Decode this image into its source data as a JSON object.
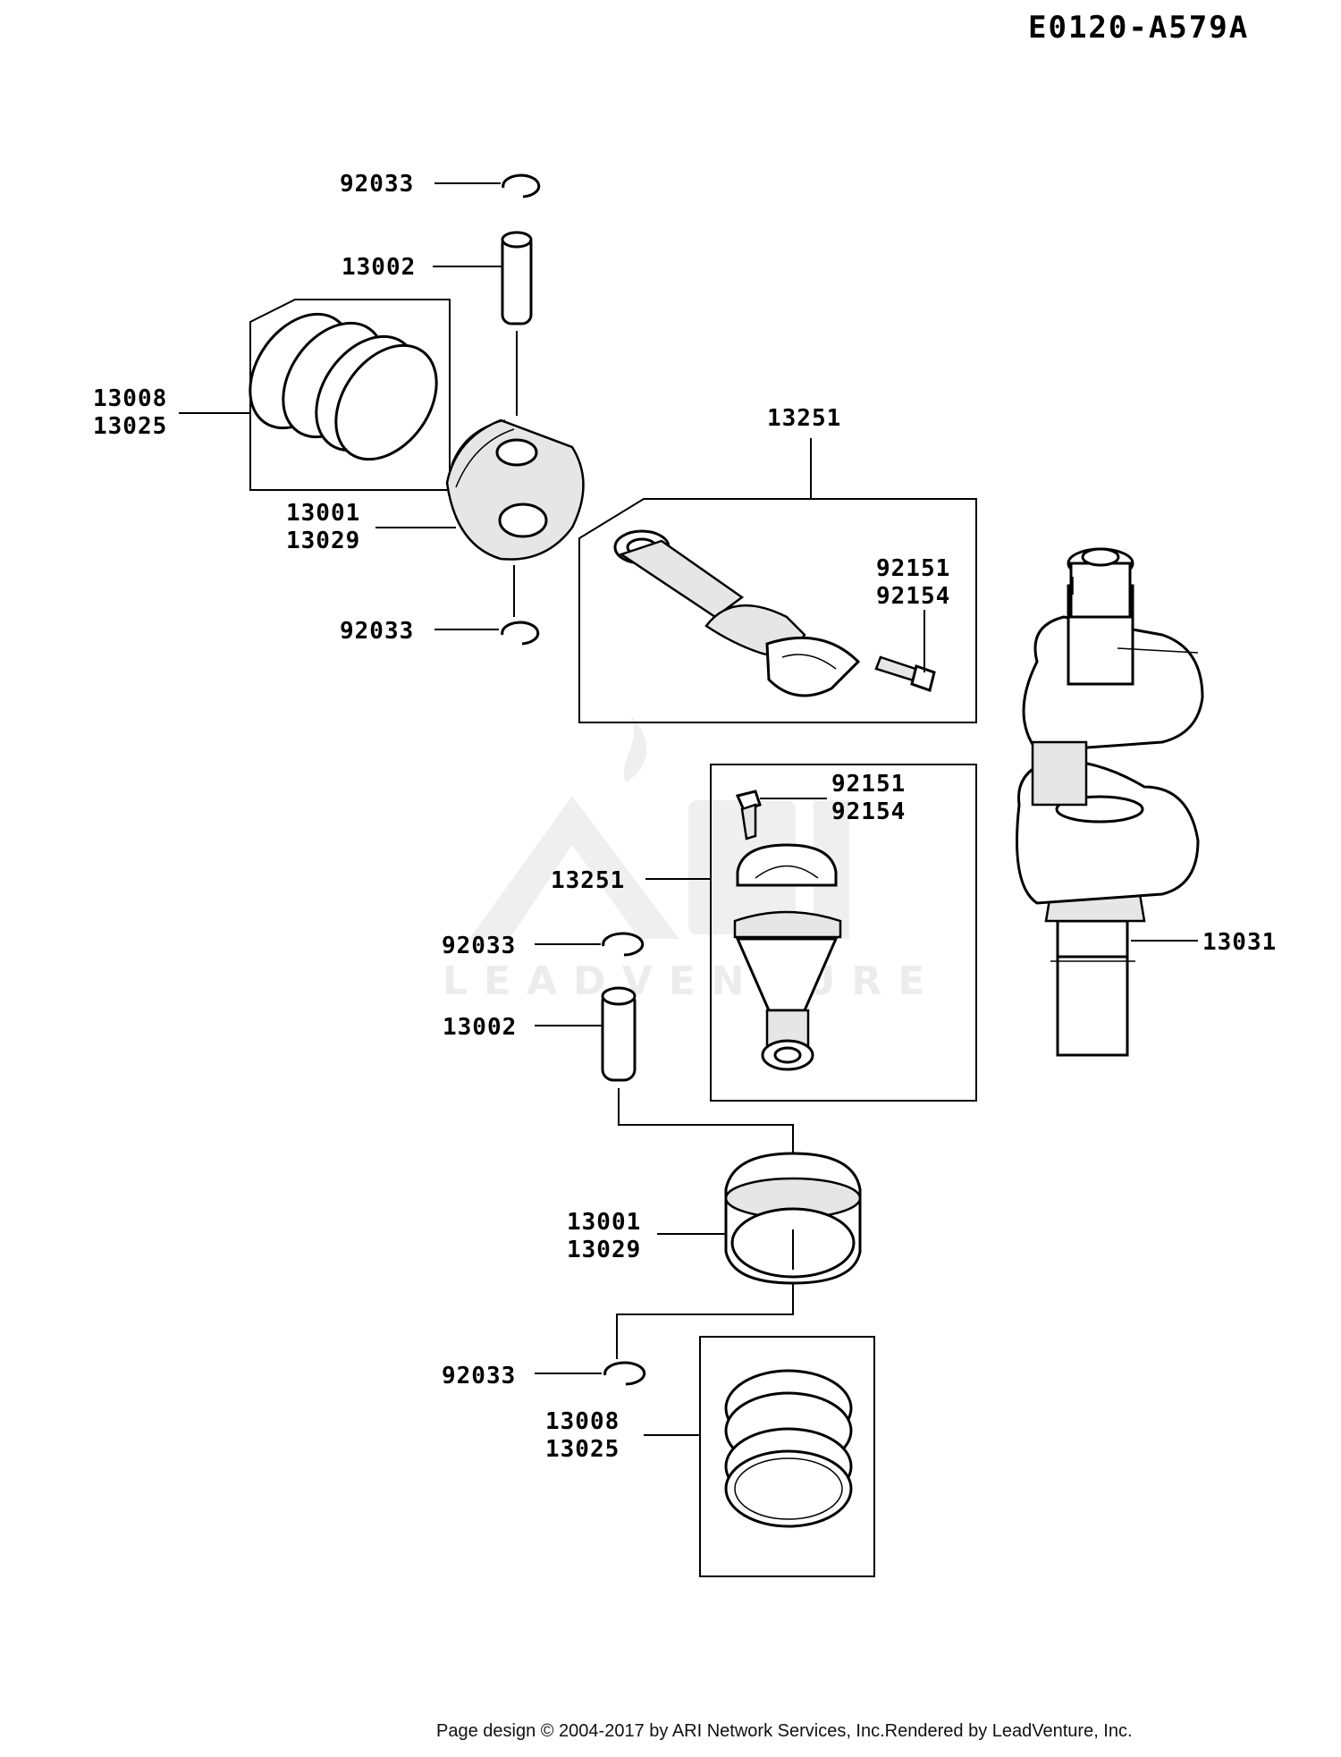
{
  "diagram_code": "E0120-A579A",
  "labels": {
    "snap_ring_top": "92033",
    "pin_top": "13002",
    "rings_top_a": "13008",
    "rings_top_b": "13025",
    "piston_top_a": "13001",
    "piston_top_b": "13029",
    "snap_ring_mid": "92033",
    "rod_top": "13251",
    "bolt_top_a": "92151",
    "bolt_top_b": "92154",
    "bolt_bot_a": "92151",
    "bolt_bot_b": "92154",
    "rod_bot": "13251",
    "crankshaft": "13031",
    "snap_ring_bot1": "92033",
    "pin_bot": "13002",
    "piston_bot_a": "13001",
    "piston_bot_b": "13029",
    "snap_ring_bot2": "92033",
    "rings_bot_a": "13008",
    "rings_bot_b": "13025"
  },
  "watermark": {
    "logo": "ARI",
    "text": "LEADVENTURE"
  },
  "footer": {
    "left": "Page design © 2004-2017 by ARI Network Services, Inc.",
    "right": "Rendered by LeadVenture, Inc."
  }
}
